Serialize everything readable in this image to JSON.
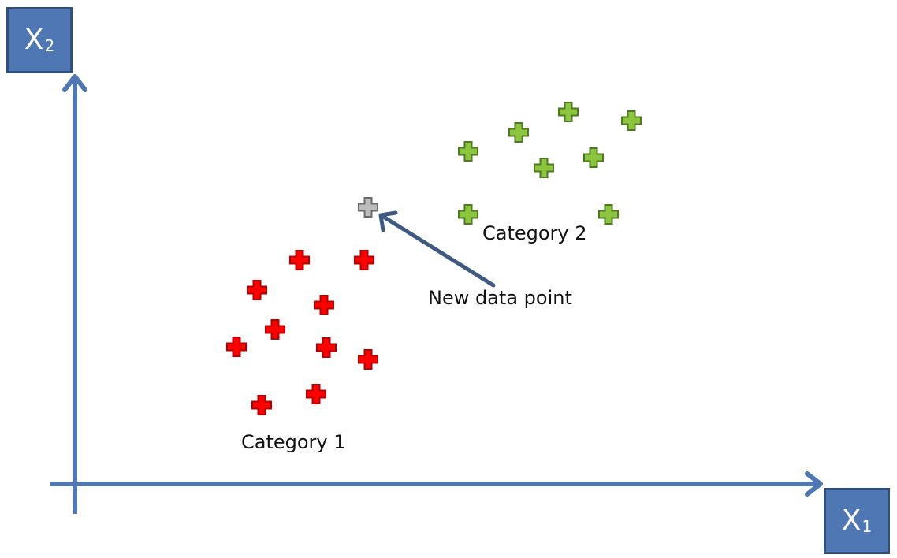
{
  "axes": {
    "x_label": "X",
    "x_subscript": "1",
    "y_label": "X",
    "y_subscript": "2"
  },
  "labels": {
    "category1": "Category 1",
    "category2": "Category 2",
    "new_point": "New data point"
  },
  "colors": {
    "axis": "#4f77b3",
    "axis_box_border": "#2f4f7f",
    "category1_fill": "#ff0000",
    "category1_stroke": "#b30000",
    "category2_fill": "#8cc63f",
    "category2_stroke": "#4d7a1f",
    "new_point_fill": "#bdbdbd",
    "new_point_stroke": "#6b6b6b",
    "pointer_arrow": "#3f5a80"
  },
  "points": {
    "category1": [
      [
        380,
        330
      ],
      [
        462,
        330
      ],
      [
        326,
        368
      ],
      [
        411,
        387
      ],
      [
        349,
        418
      ],
      [
        300,
        440
      ],
      [
        414,
        441
      ],
      [
        467,
        456
      ],
      [
        401,
        500
      ],
      [
        332,
        514
      ]
    ],
    "category2": [
      [
        721,
        142
      ],
      [
        801,
        153
      ],
      [
        658,
        168
      ],
      [
        594,
        192
      ],
      [
        753,
        200
      ],
      [
        690,
        213
      ],
      [
        594,
        272
      ],
      [
        772,
        272
      ]
    ],
    "new_point": [
      467,
      263
    ]
  }
}
